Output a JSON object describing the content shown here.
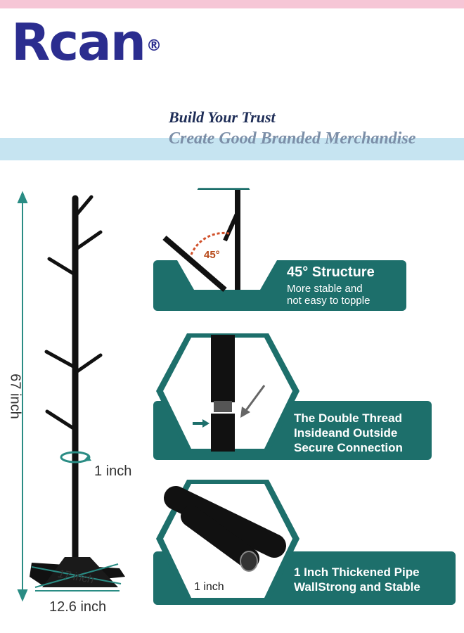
{
  "brand": {
    "name": "Rcan",
    "registered": "®"
  },
  "slogan": {
    "line1": "Build Your Trust",
    "line2": "Create Good Branded Merchandise"
  },
  "dimensions": {
    "height": "67 inch",
    "pipe": "1 inch",
    "depth": "17 inch",
    "width": "12.6 inch"
  },
  "features": [
    {
      "title": "45° Structure",
      "lines": [
        "More stable and",
        "not easy to topple"
      ],
      "angle": "45°"
    },
    {
      "lines": [
        "The Double Thread",
        "Insideand Outside",
        "Secure Connection"
      ]
    },
    {
      "lines": [
        "1 Inch Thickened Pipe",
        "WallStrong and Stable"
      ],
      "inset_label": "1 inch"
    }
  ],
  "colors": {
    "teal": "#1d6f6b",
    "navy": "#2b2d8f",
    "pink": "#f6c6d6",
    "light_blue": "#c6e4f1",
    "dimension_line": "#2a8c84"
  },
  "icons": [
    "stand-illustration",
    "thread-arrow-icon",
    "rotation-arrow-icon"
  ]
}
